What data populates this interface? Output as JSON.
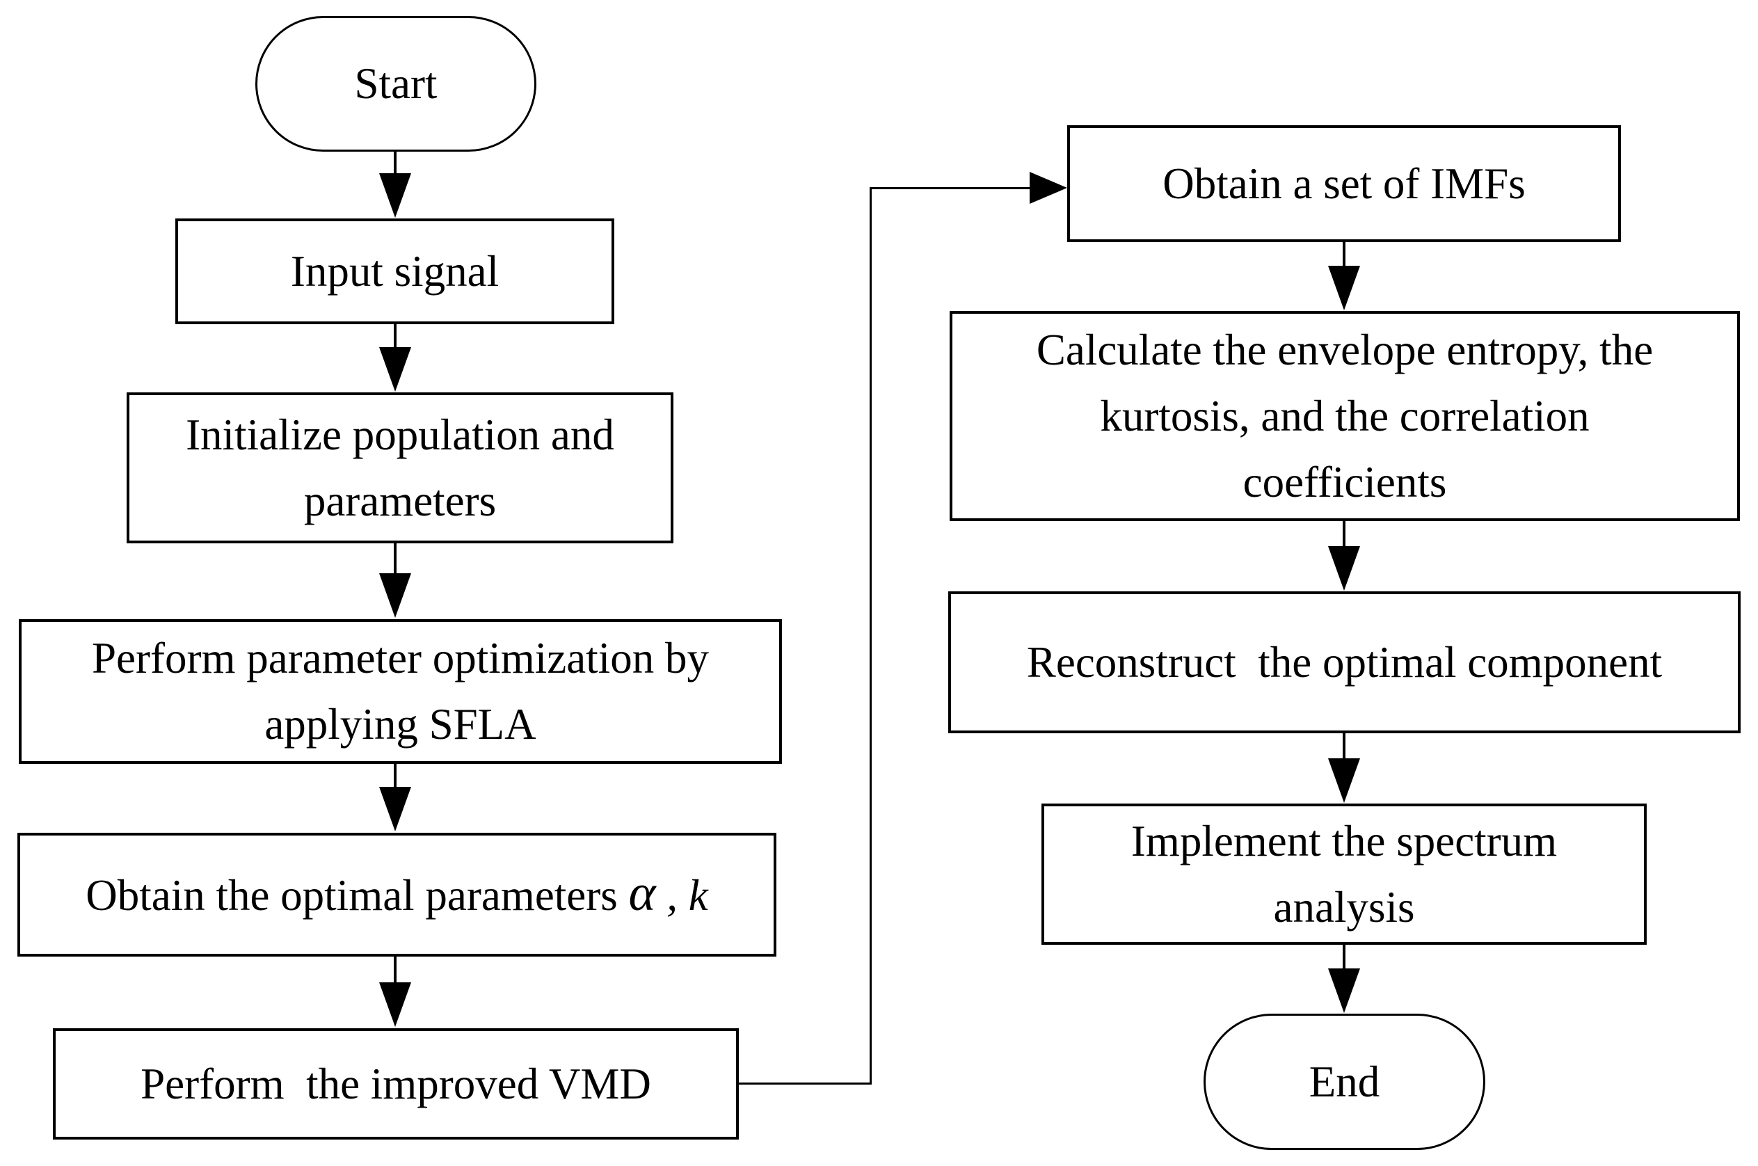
{
  "figure": {
    "type": "flowchart",
    "background_color": "#ffffff",
    "line_color": "#000000",
    "nodes": [
      {
        "id": "start",
        "shape": "stadium",
        "label": "Start"
      },
      {
        "id": "input-signal",
        "shape": "rect",
        "label": "Input signal"
      },
      {
        "id": "initialize-population",
        "shape": "rect",
        "label": "Initialize population and\nparameters"
      },
      {
        "id": "sfla-optimization",
        "shape": "rect",
        "label": "Perform parameter optimization by\napplying SFLA"
      },
      {
        "id": "optimal-parameters",
        "shape": "rect",
        "label_prefix": "Obtain the optimal parameters ",
        "label_alpha": "α",
        "label_comma": " , ",
        "label_k": "k"
      },
      {
        "id": "improved-vmd",
        "shape": "rect",
        "label": "Perform  the improved VMD"
      },
      {
        "id": "imf-set",
        "shape": "rect",
        "label": "Obtain a set of IMFs"
      },
      {
        "id": "calculate-metrics",
        "shape": "rect",
        "label": "Calculate the envelope entropy, the\nkurtosis, and the correlation\ncoefficients"
      },
      {
        "id": "reconstruct-component",
        "shape": "rect",
        "label": "Reconstruct  the optimal component"
      },
      {
        "id": "spectrum-analysis",
        "shape": "rect",
        "label": "Implement the spectrum\nanalysis"
      },
      {
        "id": "end",
        "shape": "stadium",
        "label": "End"
      }
    ],
    "edges": [
      {
        "from": "start",
        "to": "input-signal"
      },
      {
        "from": "input-signal",
        "to": "initialize-population"
      },
      {
        "from": "initialize-population",
        "to": "sfla-optimization"
      },
      {
        "from": "sfla-optimization",
        "to": "optimal-parameters"
      },
      {
        "from": "optimal-parameters",
        "to": "improved-vmd"
      },
      {
        "from": "improved-vmd",
        "to": "imf-set",
        "route": "right-up-right-elbow"
      },
      {
        "from": "imf-set",
        "to": "calculate-metrics"
      },
      {
        "from": "calculate-metrics",
        "to": "reconstruct-component"
      },
      {
        "from": "reconstruct-component",
        "to": "spectrum-analysis"
      },
      {
        "from": "spectrum-analysis",
        "to": "end"
      }
    ]
  }
}
